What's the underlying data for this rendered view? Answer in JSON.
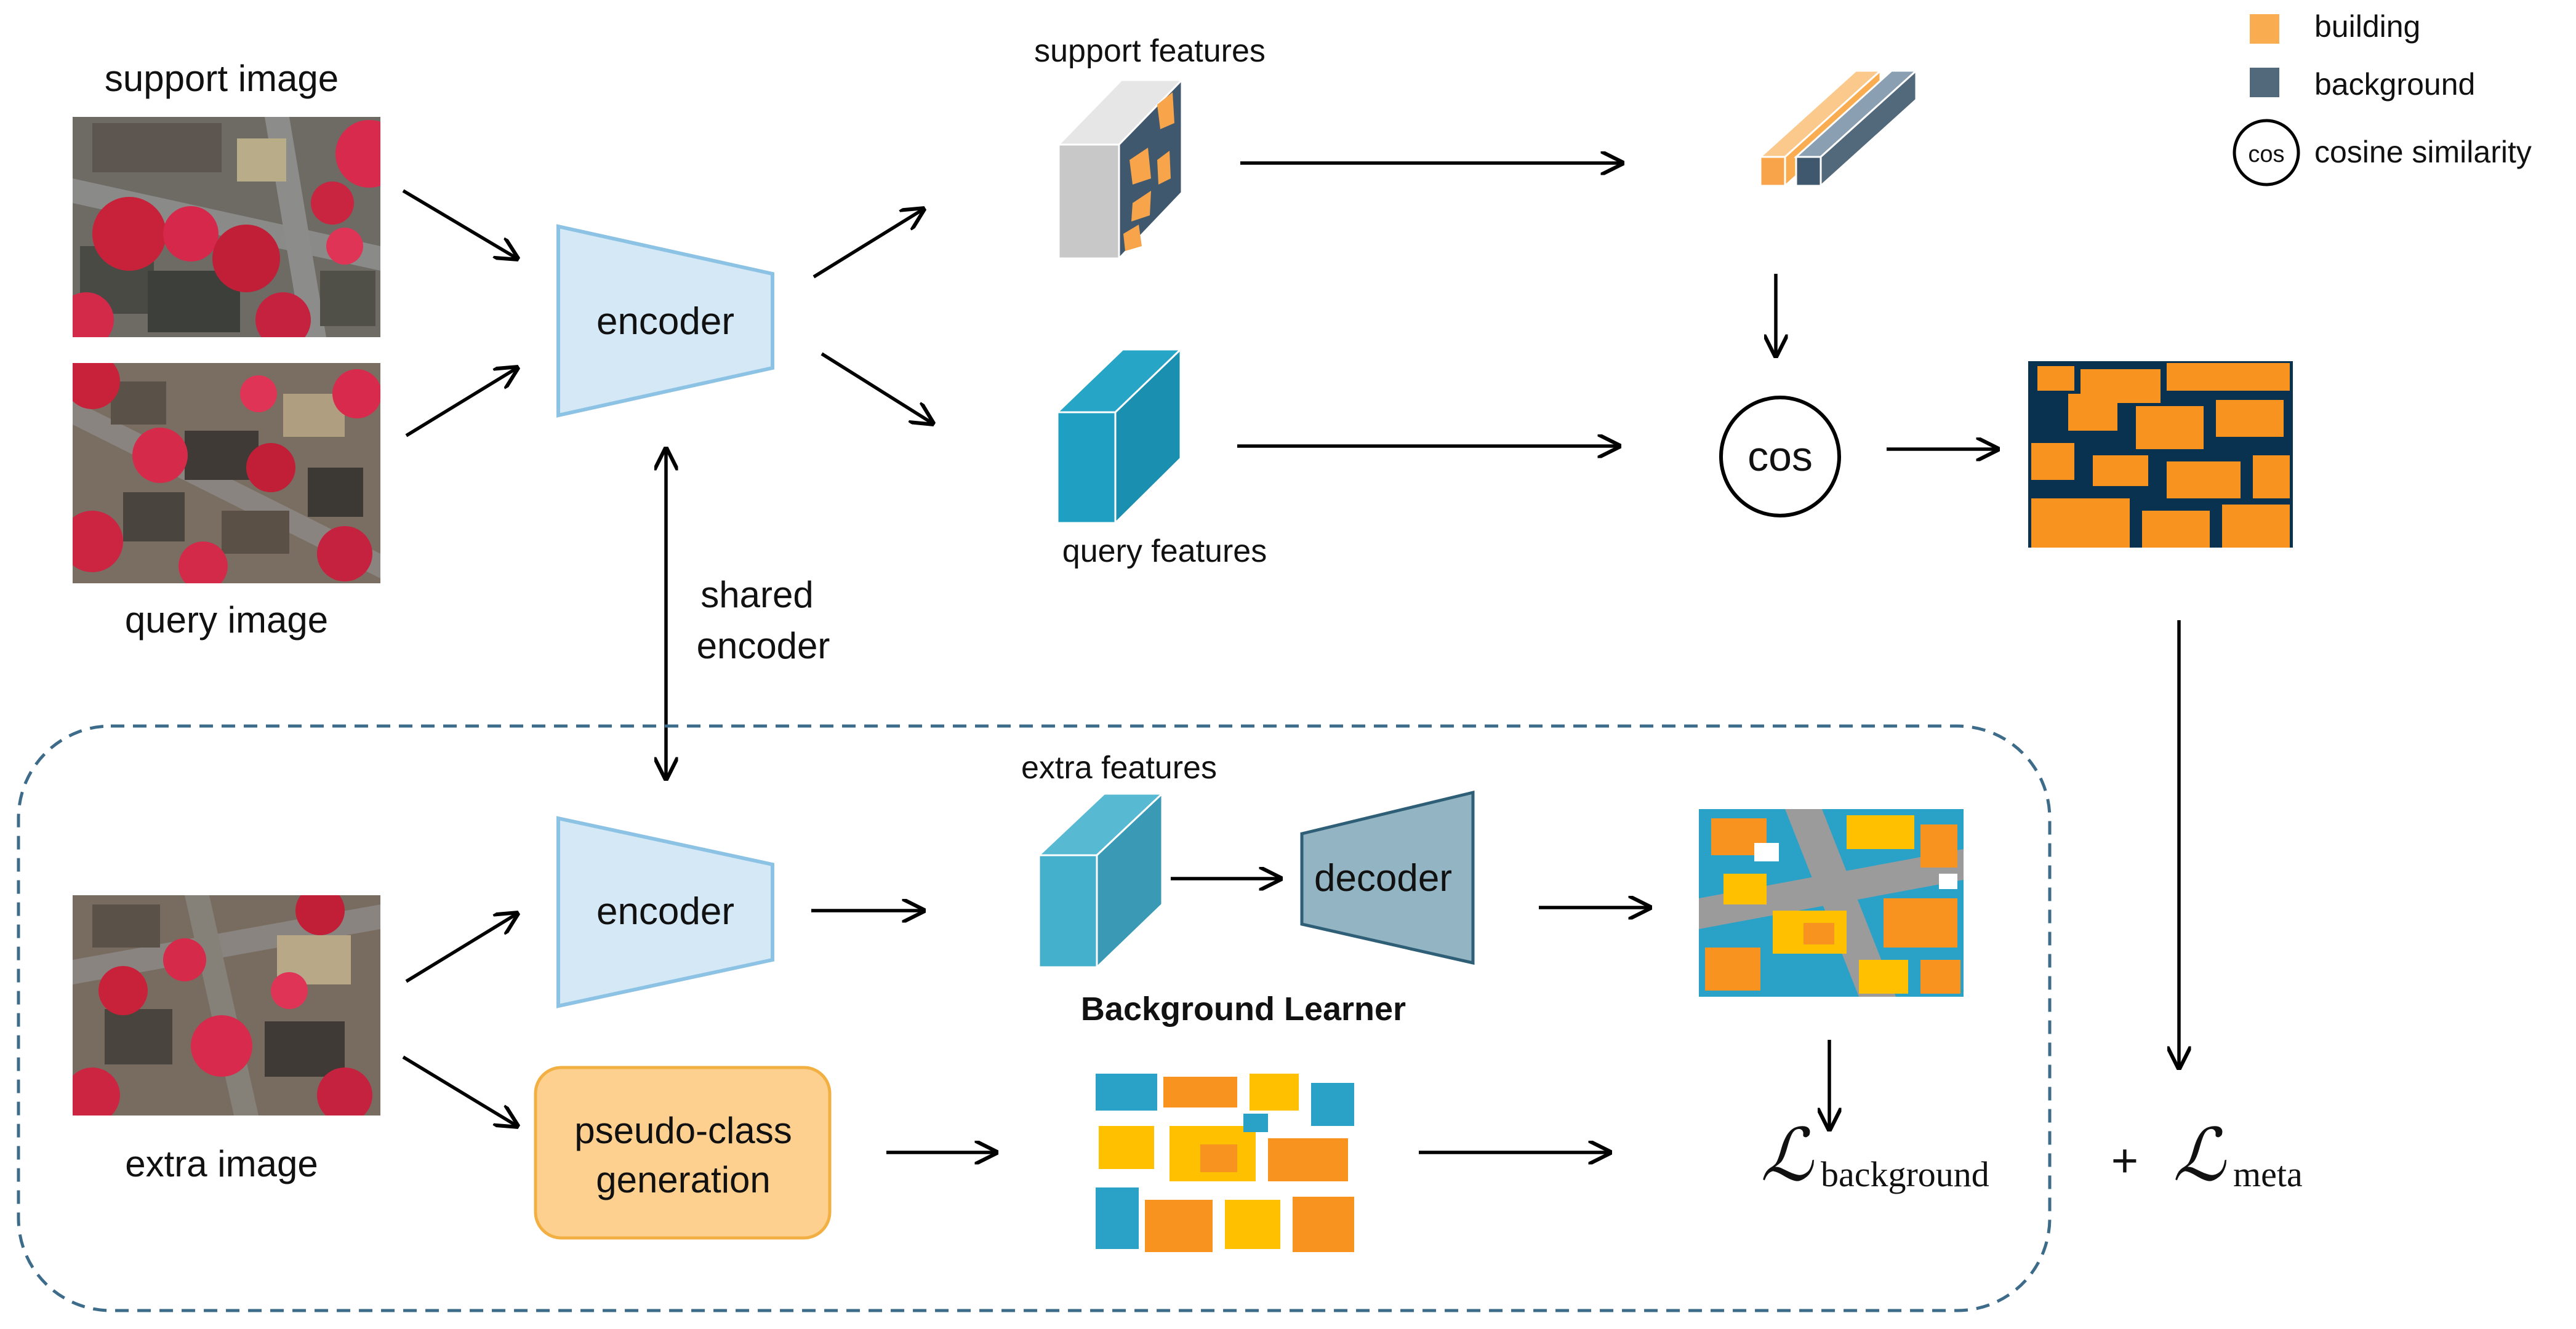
{
  "legend": {
    "building": "building",
    "background": "background",
    "cos_symbol": "cos",
    "cosine_similarity": "cosine similarity"
  },
  "images": {
    "support": "support image",
    "query": "query image",
    "extra": "extra image"
  },
  "blocks": {
    "encoder_top": "encoder",
    "encoder_bottom": "encoder",
    "decoder": "decoder",
    "shared_encoder_line1": "shared",
    "shared_encoder_line2": "encoder",
    "pseudo_line1": "pseudo-class",
    "pseudo_line2": "generation",
    "cos": "cos"
  },
  "features": {
    "support": "support features",
    "query": "query features",
    "extra": "extra features"
  },
  "background_learner": "Background Learner",
  "losses": {
    "symbol": "ℒ",
    "background_sub": "background",
    "plus": "+",
    "meta_sub": "meta"
  },
  "colors": {
    "building": "#f9ac50",
    "background": "#52697c",
    "encoder_fill": "#d4e8f6",
    "encoder_stroke": "#8cc2e3",
    "decoder_fill": "#93b5c3",
    "decoder_stroke": "#2e5f77",
    "query_cube": "#1fa0c2",
    "extra_cube": "#45b0cb",
    "pseudo_fill": "#fdd08f",
    "pseudo_stroke": "#f2b043",
    "dashed_region": "#3d6b8a",
    "mask_background": "#093250",
    "mask_building": "#f7931e"
  }
}
